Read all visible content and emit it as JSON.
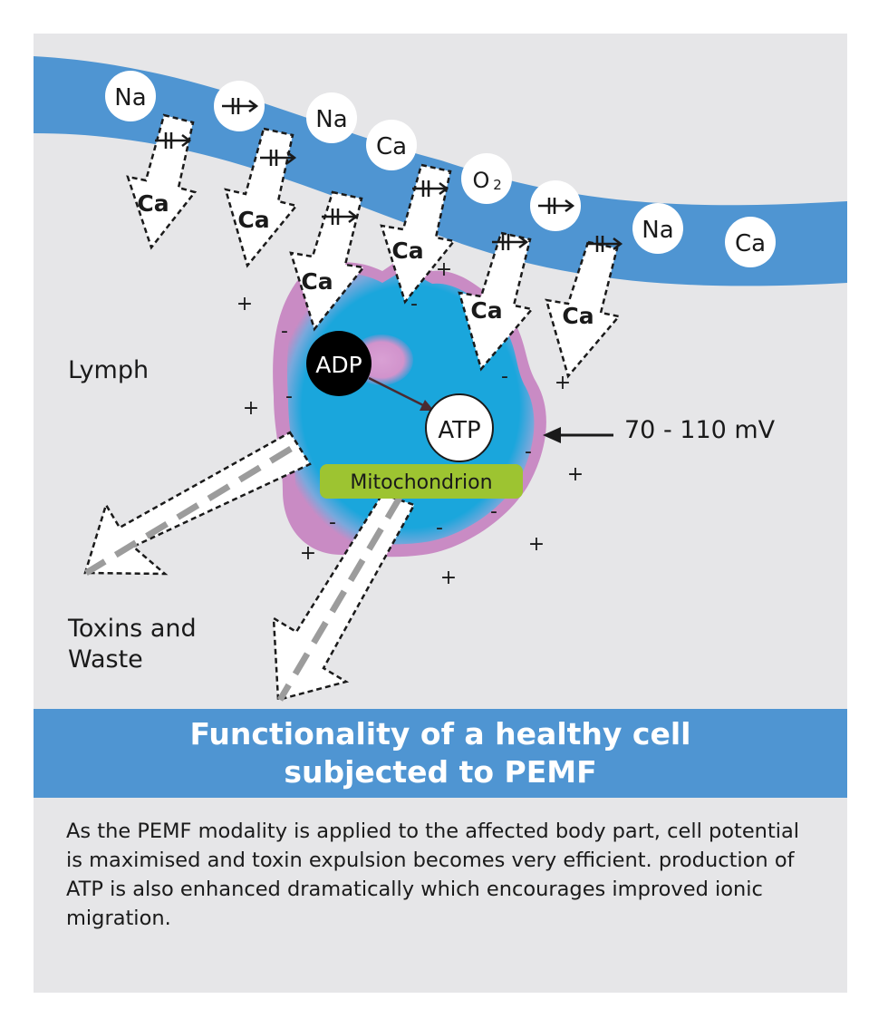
{
  "ions": {
    "na_1": "Na",
    "na_2": "Na",
    "na_3": "Na",
    "ca_1": "Ca",
    "ca_2": "Ca",
    "o2_base": "O",
    "o2_sub": "2"
  },
  "arrows": {
    "ca_labels": [
      "Ca",
      "Ca",
      "Ca",
      "Ca",
      "Ca",
      "Ca"
    ]
  },
  "cell": {
    "adp": "ADP",
    "atp": "ATP",
    "mitochondrion": "Mitochondrion"
  },
  "labels": {
    "lymph": "Lymph",
    "toxins": "Toxins and Waste",
    "membrane_potential": "70 - 110 mV"
  },
  "banner": {
    "title": "Functionality of a healthy cell subjected to PEMF"
  },
  "description": "As the PEMF modality is applied to the affected body part, cell potential is maximised and toxin expulsion becomes very efficient. production of ATP is also enhanced dramatically which encourages improved ionic migration.",
  "colors": {
    "background": "#e6e6e8",
    "membrane": "#4f95d2",
    "cell_cyan": "#1aa6dc",
    "cell_halo": "#c98bc4",
    "mitochondrion": "#9dc431",
    "adp_fill": "#000000"
  }
}
